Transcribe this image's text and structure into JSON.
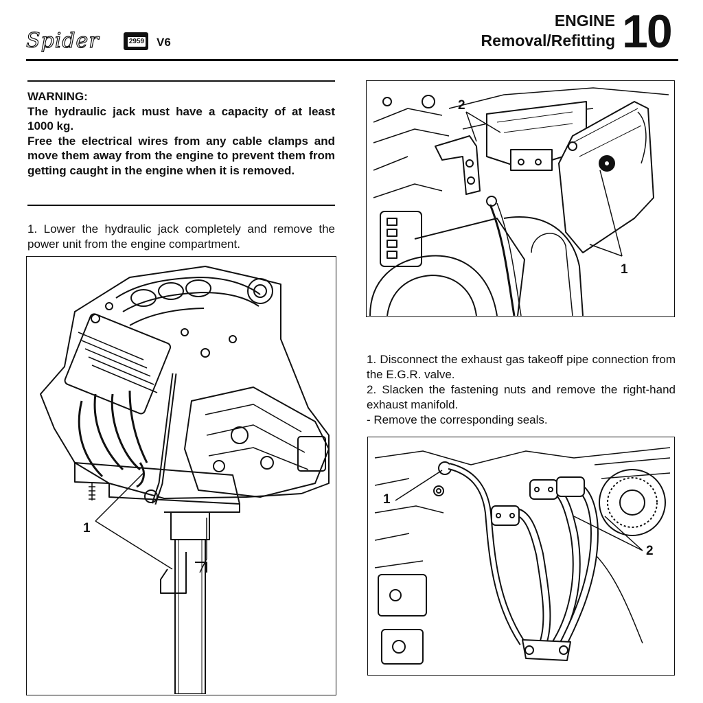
{
  "header": {
    "brand_script": "Spider",
    "engine_badge_code": "2959",
    "engine_label": "V6",
    "section_title_line1": "ENGINE",
    "section_title_line2": "Removal/Refitting",
    "section_number": "10"
  },
  "warning": {
    "heading": "WARNING:",
    "line_jack": "The hydraulic jack must have a capacity of at least 1000 kg.",
    "line_wires": "Free the electrical wires from any cable clamps and move them away from the engine to prevent them from getting caught in the engine when it is removed."
  },
  "left_step": {
    "text": "1. Lower the hydraulic jack completely and remove the power unit from the engine compartment."
  },
  "figures": {
    "engine_on_jack": {
      "callouts": [
        "1"
      ]
    },
    "egr_pipe_top": {
      "callouts": [
        "2",
        "1"
      ]
    },
    "exhaust_manifold": {
      "callouts": [
        "1",
        "2"
      ]
    }
  },
  "right_steps": {
    "step1": "1. Disconnect the exhaust gas takeoff pipe connection from the E.G.R. valve.",
    "step2": "2. Slacken the fastening nuts and remove the right-hand exhaust manifold.",
    "step3": "- Remove the corresponding seals."
  }
}
